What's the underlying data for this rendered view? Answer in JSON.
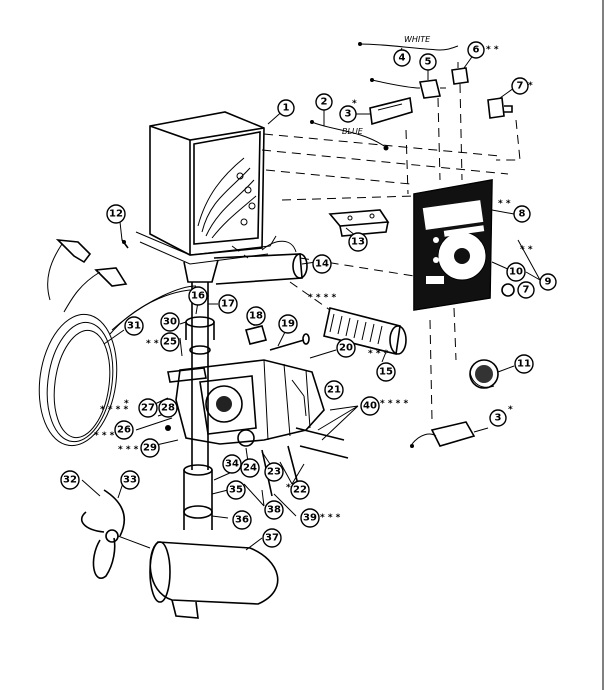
{
  "wire_labels": {
    "white": "WHITE",
    "blue": "BLUE"
  },
  "callouts": [
    {
      "id": "c1",
      "label": "1"
    },
    {
      "id": "c2",
      "label": "2"
    },
    {
      "id": "c3a",
      "label": "3"
    },
    {
      "id": "c3b",
      "label": "3"
    },
    {
      "id": "c4",
      "label": "4"
    },
    {
      "id": "c5",
      "label": "5"
    },
    {
      "id": "c6",
      "label": "6"
    },
    {
      "id": "c7a",
      "label": "7"
    },
    {
      "id": "c7b",
      "label": "7"
    },
    {
      "id": "c8",
      "label": "8"
    },
    {
      "id": "c9",
      "label": "9"
    },
    {
      "id": "c10",
      "label": "10"
    },
    {
      "id": "c11",
      "label": "11"
    },
    {
      "id": "c12",
      "label": "12"
    },
    {
      "id": "c13",
      "label": "13"
    },
    {
      "id": "c14",
      "label": "14"
    },
    {
      "id": "c15",
      "label": "15"
    },
    {
      "id": "c16",
      "label": "16"
    },
    {
      "id": "c17",
      "label": "17"
    },
    {
      "id": "c18",
      "label": "18"
    },
    {
      "id": "c19",
      "label": "19"
    },
    {
      "id": "c20",
      "label": "20"
    },
    {
      "id": "c21",
      "label": "21"
    },
    {
      "id": "c22",
      "label": "22"
    },
    {
      "id": "c23",
      "label": "23"
    },
    {
      "id": "c24",
      "label": "24"
    },
    {
      "id": "c25",
      "label": "25"
    },
    {
      "id": "c26",
      "label": "26"
    },
    {
      "id": "c27",
      "label": "27"
    },
    {
      "id": "c28",
      "label": "28"
    },
    {
      "id": "c29",
      "label": "29"
    },
    {
      "id": "c30",
      "label": "30"
    },
    {
      "id": "c31",
      "label": "31"
    },
    {
      "id": "c32",
      "label": "32"
    },
    {
      "id": "c33",
      "label": "33"
    },
    {
      "id": "c34",
      "label": "34"
    },
    {
      "id": "c35",
      "label": "35"
    },
    {
      "id": "c36",
      "label": "36"
    },
    {
      "id": "c37",
      "label": "37"
    },
    {
      "id": "c38",
      "label": "38"
    },
    {
      "id": "c39",
      "label": "39"
    },
    {
      "id": "c40",
      "label": "40"
    }
  ],
  "marks": {
    "single": "*",
    "double": "* *",
    "triple": "* * *",
    "quad": "* * * *"
  }
}
